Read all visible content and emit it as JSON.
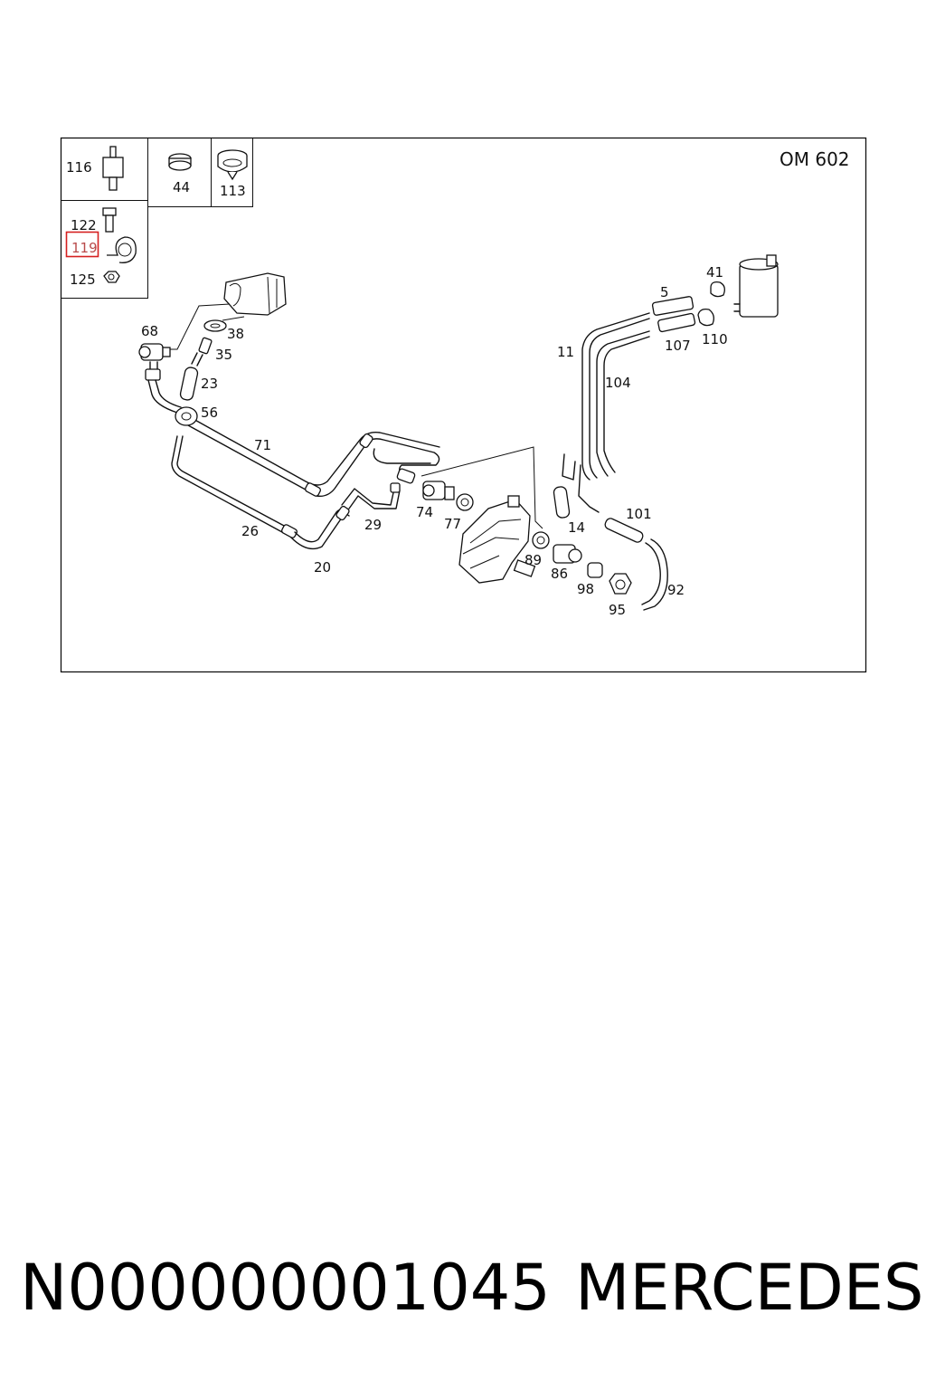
{
  "diagram": {
    "model": "OM 602",
    "inset_labels": {
      "l116": "116",
      "l44": "44",
      "l113": "113",
      "l122": "122",
      "l119": "119",
      "l125": "125"
    },
    "part_labels": {
      "l5": "5",
      "l41": "41",
      "l107": "107",
      "l110": "110",
      "l11": "11",
      "l104": "104",
      "l68": "68",
      "l38": "38",
      "l35": "35",
      "l23": "23",
      "l56": "56",
      "l71": "71",
      "l26": "26",
      "l20": "20",
      "l29": "29",
      "l74": "74",
      "l77": "77",
      "l14": "14",
      "l101": "101",
      "l89": "89",
      "l86": "86",
      "l98": "98",
      "l95": "95",
      "l92": "92"
    },
    "highlighted_part": "119",
    "highlight_color": "#d62020"
  },
  "footer": {
    "part_code": "N000000001045",
    "brand": "MERCEDES"
  }
}
